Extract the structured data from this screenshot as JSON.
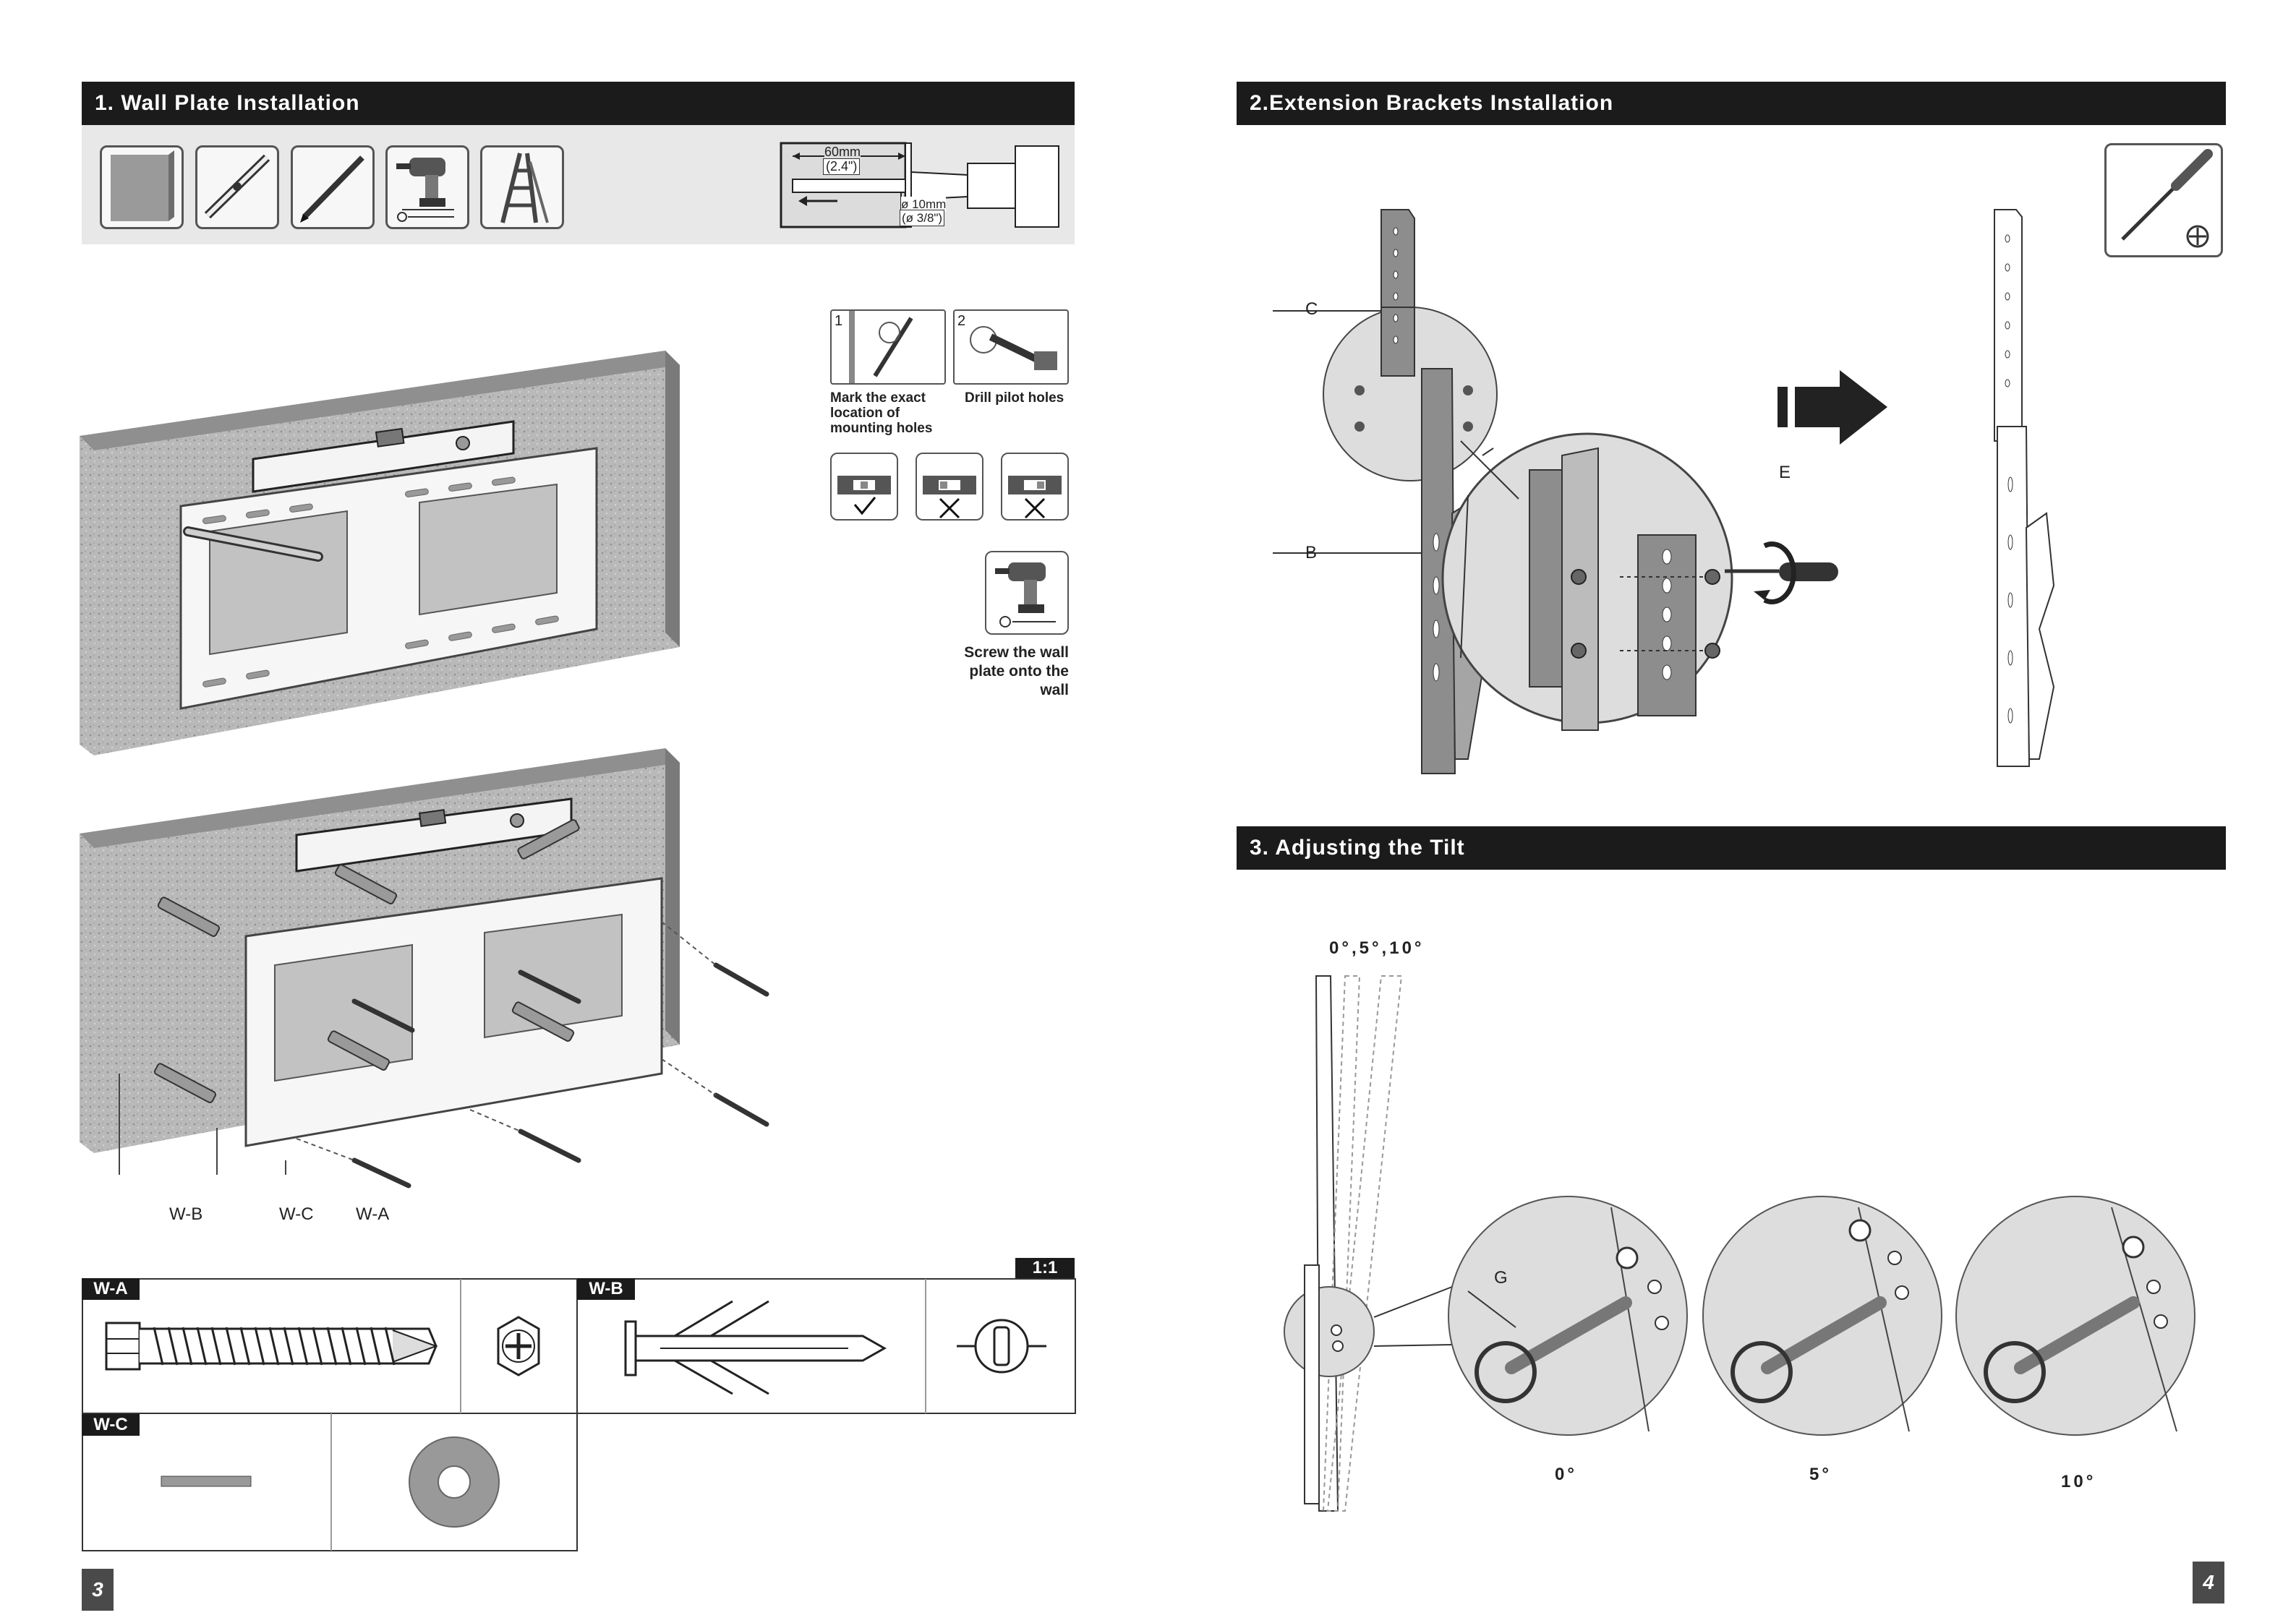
{
  "left_page": {
    "section_title": "1. Wall Plate Installation",
    "drill_spec": {
      "depth": "60mm",
      "depth_in": "(2.4\")",
      "diameter": "ø 10mm",
      "diameter_in": "(ø 3/8\")"
    },
    "steps": [
      {
        "number": "1",
        "label": "Mark the exact location of mounting holes"
      },
      {
        "number": "2",
        "label": "Drill pilot holes"
      }
    ],
    "screw_step_label": "Screw the wall plate onto the wall",
    "callouts": [
      "W-B",
      "W-C",
      "W-A"
    ],
    "hardware_scale": "1:1",
    "hardware": [
      {
        "code": "W-A"
      },
      {
        "code": "W-B"
      },
      {
        "code": "W-C"
      }
    ],
    "page_number": "3"
  },
  "right_page": {
    "section2_title": "2.Extension Brackets Installation",
    "section2_callouts": [
      "C",
      "B",
      "E"
    ],
    "section3_title": "3. Adjusting the Tilt",
    "tilt_range": "0°,5°,10°",
    "tilt_callout": "G",
    "tilt_angles": [
      "0°",
      "5°",
      "10°"
    ],
    "page_number": "4"
  },
  "icons": [
    "wall-icon",
    "level-icon",
    "pencil-icon",
    "drill-icon",
    "ladder-icon",
    "screwdriver-icon"
  ]
}
